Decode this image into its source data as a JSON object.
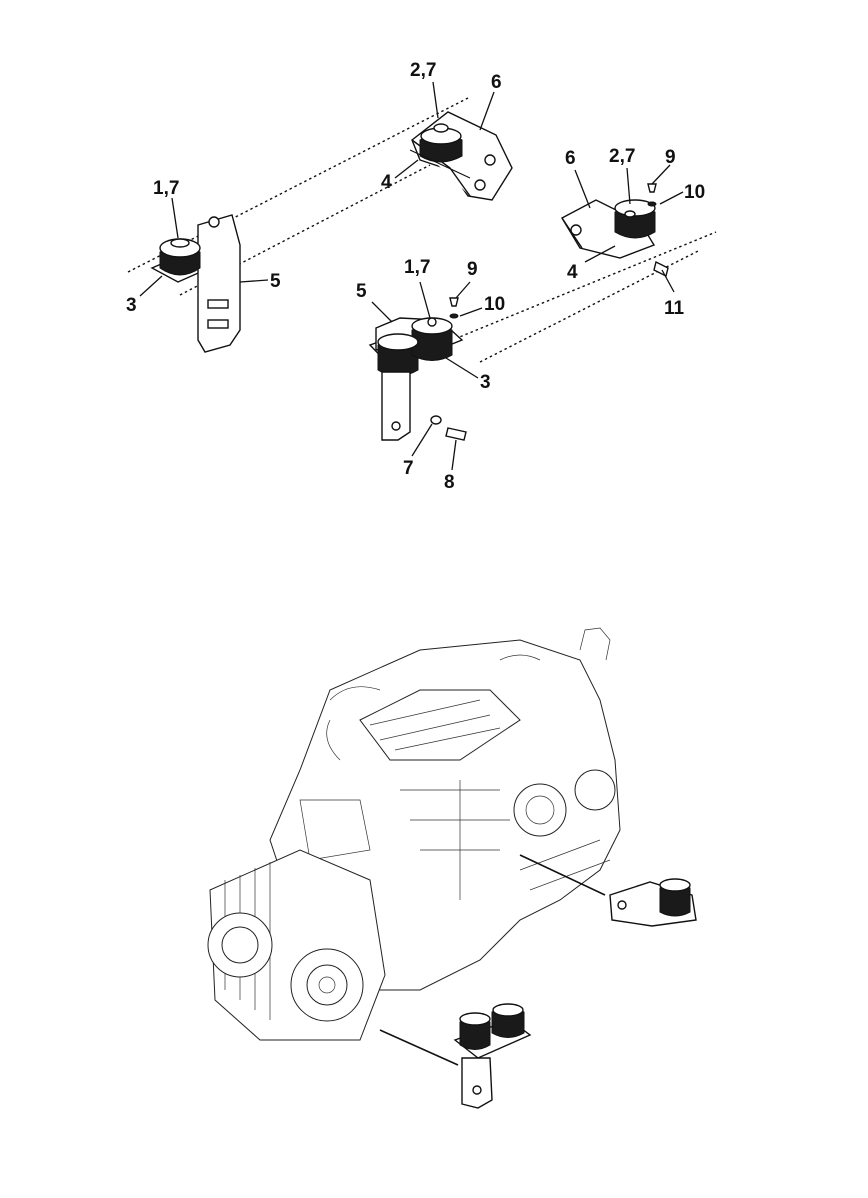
{
  "callouts": {
    "top_right_rear": "2,7",
    "top_right_rear_bracket": "6",
    "top_right_rear_pad": "4",
    "top_left": "1,7",
    "top_left_bracket": "5",
    "top_left_pad": "3",
    "mid_left": "5",
    "mid_center": "1,7",
    "mid_bolt": "9",
    "mid_washer": "10",
    "mid_pad": "3",
    "mid_washer_low": "7",
    "mid_bolt_low": "8",
    "right_bracket": "6",
    "right_mount": "2,7",
    "right_bolt": "9",
    "right_washer": "10",
    "right_pad": "4",
    "right_bolt_low": "11"
  },
  "icons": {
    "rear_mount_front": "engine-mount-icon",
    "rear_mount_rear": "engine-mount-icon",
    "engine": "engine-icon"
  }
}
